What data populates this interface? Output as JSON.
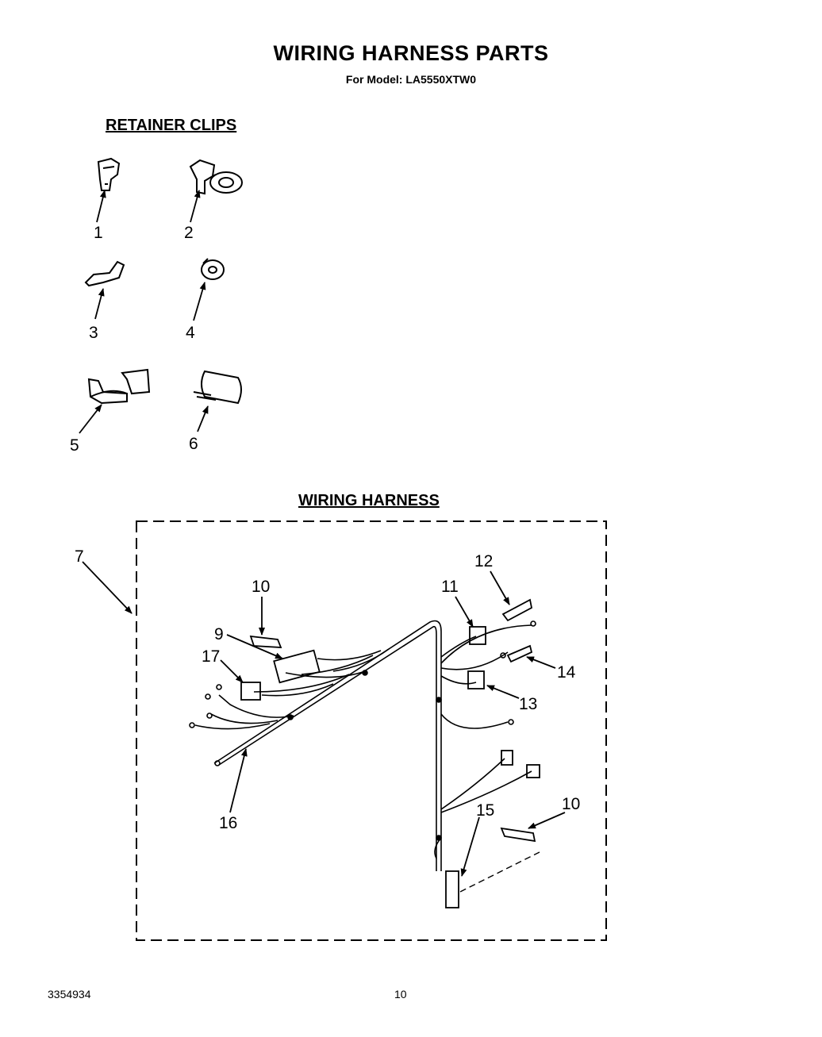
{
  "title": "WIRING HARNESS PARTS",
  "subtitle": "For Model: LA5550XTW0",
  "sections": {
    "retainer_clips": "RETAINER CLIPS",
    "wiring_harness": "WIRING HARNESS"
  },
  "callouts": {
    "c1": "1",
    "c2": "2",
    "c3": "3",
    "c4": "4",
    "c5": "5",
    "c6": "6",
    "c7": "7",
    "c9": "9",
    "c10a": "10",
    "c10b": "10",
    "c11": "11",
    "c12": "12",
    "c13": "13",
    "c14": "14",
    "c15": "15",
    "c16": "16",
    "c17": "17"
  },
  "footer": {
    "doc_number": "3354934",
    "page_number": "10"
  }
}
